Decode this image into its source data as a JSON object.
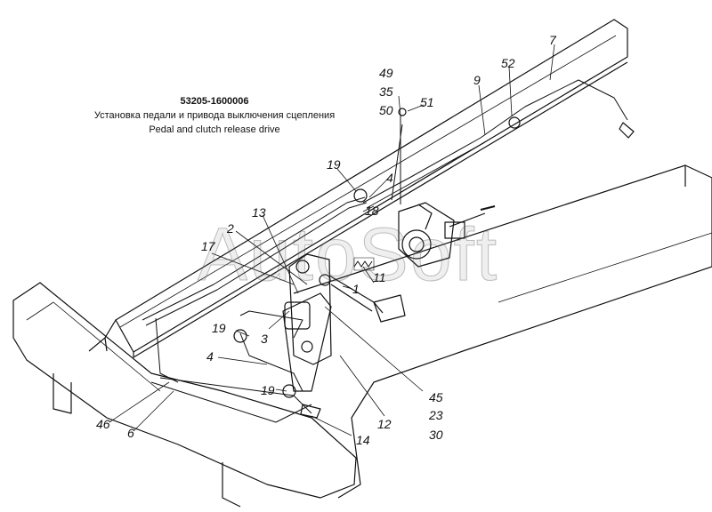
{
  "title": {
    "code": "53205-1600006",
    "ru": "Установка педали и привода выключения сцепления",
    "en": "Pedal and clutch release drive"
  },
  "watermark": "AutoSoft",
  "callouts": [
    {
      "id": "c7",
      "text": "7"
    },
    {
      "id": "c52",
      "text": "52"
    },
    {
      "id": "c9",
      "text": "9"
    },
    {
      "id": "c49",
      "text": "49"
    },
    {
      "id": "c35",
      "text": "35"
    },
    {
      "id": "c50",
      "text": "50"
    },
    {
      "id": "c51",
      "text": "51"
    },
    {
      "id": "c19a",
      "text": "19"
    },
    {
      "id": "c4a",
      "text": "4"
    },
    {
      "id": "c18",
      "text": "18"
    },
    {
      "id": "c13",
      "text": "13"
    },
    {
      "id": "c2",
      "text": "2"
    },
    {
      "id": "c17",
      "text": "17"
    },
    {
      "id": "c11",
      "text": "11"
    },
    {
      "id": "c1",
      "text": "1"
    },
    {
      "id": "c19b",
      "text": "19"
    },
    {
      "id": "c3",
      "text": "3"
    },
    {
      "id": "c4b",
      "text": "4"
    },
    {
      "id": "c19c",
      "text": "19"
    },
    {
      "id": "c45",
      "text": "45"
    },
    {
      "id": "c23",
      "text": "23"
    },
    {
      "id": "c30",
      "text": "30"
    },
    {
      "id": "c12",
      "text": "12"
    },
    {
      "id": "c14",
      "text": "14"
    },
    {
      "id": "c46",
      "text": "46"
    },
    {
      "id": "c6",
      "text": "6"
    }
  ]
}
